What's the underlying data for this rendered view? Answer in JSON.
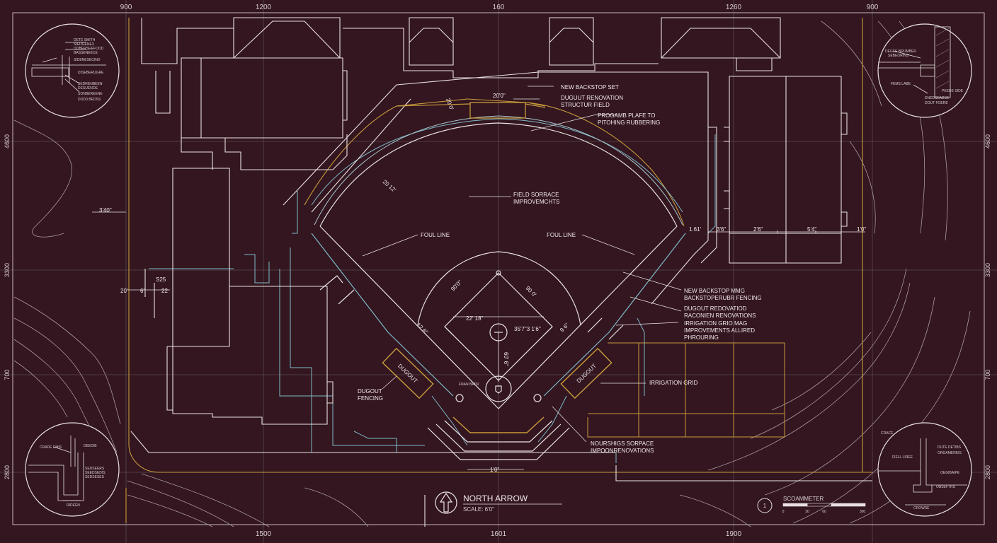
{
  "grid_labels": {
    "top": [
      "900",
      "1200",
      "160",
      "1260",
      "900"
    ],
    "bottom": [
      "1500",
      "1601",
      "1900"
    ],
    "left": [
      "4600",
      "3300",
      "700",
      "2800"
    ],
    "right": [
      "4600",
      "3300",
      "700",
      "2800"
    ]
  },
  "dimensions": {
    "arc_top": "20'0\"",
    "arc_left": "20 0'",
    "infield_left": "20 12'",
    "left_edge": "3'40\"",
    "left_mid": "S25",
    "left_small_a": "20'",
    "left_small_b": "6'",
    "left_small_c": "22",
    "infield_diag_left": "90'0\"",
    "infield_diag_right": "90 0'",
    "infield_width_left": "22' 18\"",
    "infield_width_right": "35'7\"3 1'6\"",
    "mound_dist": "60' 6\"",
    "foul_left": "12 6\"",
    "foul_right": "9 6\"",
    "right_dims": [
      "1.61'",
      "3'6\"",
      "2'6\"",
      "5'4\"",
      "1'0\""
    ],
    "bottom_center": "1'0\""
  },
  "callouts": {
    "new_backstop_set": "NEW BACKSTOP SET",
    "dugout_reno_a": "DUGUUT RENOVATION",
    "dugout_reno_b": "STRUCTUR FIELD",
    "pitching_a": "PROGAMB PLAFE TO",
    "pitching_b": "PITOHING RUBBERING",
    "field_surface_a": "FIELD SORRACE",
    "field_surface_b": "IMPROVEMCHTS",
    "foul_line_left": "FOUL LINE",
    "foul_line_right": "FOUL LINE",
    "backstop_mesh_a": "NEW BACKSTOP MMG",
    "backstop_mesh_b": "BACKSTOPERUBR FENCING",
    "dugout_reno2_a": "DUGOUT REDOVATIOD",
    "dugout_reno2_b": "RACONIEN RENOVATIONS",
    "irrigation_a": "IRRIGATION GRIO MAG",
    "irrigation_b": "IMPROVEMENTS ALLIRED",
    "irrigation_c": "PHROURING",
    "irrigation_grid": "IRRIGATION GRID",
    "dugout_fencing_a": "DUGOUT",
    "dugout_fencing_b": "FENCING",
    "nourishing_a": "NOURSHIGS SORPACE",
    "nourishing_b": "IMPOONRENOVATIONS",
    "dugout_left": "DUGOUT",
    "dugout_right": "DUGOUT",
    "home_note": "FNAN BATN"
  },
  "details": {
    "top_left": [
      "DETE SMITH",
      "SIEDGENEX",
      "DOBERSEEFOOD",
      "BASSENEECE",
      "SIDENESECIND",
      "DISEBERUGRE",
      "SEDRENBEEN",
      "DESUENOE",
      "SONBEREENE",
      "DOD3 BEDSS"
    ],
    "top_right": [
      "DEGEE BRUMBER",
      "SEBEORINS",
      "FEMS LABE",
      "PEEDE SIDE",
      "ENEDSEADSE",
      "DOUT FOERE"
    ],
    "bottom_left": [
      "CRADE EMIS",
      "DEEDIB",
      "SEDSEERS",
      "SEEDSEDIS",
      "SEDSESES",
      "RIDEEN"
    ],
    "bottom_right": [
      "CRACE",
      "DUTE DETIBS",
      "ORGAMEREIS",
      "FIELL LIREE",
      "OEGIBAIPE",
      "OBSEFTRS",
      "CROWSE"
    ]
  },
  "legend": {
    "north_arrow": "NORTH ARROW",
    "scale": "SCALE: 6'0\"",
    "sheet_number": "1",
    "scale_bar_title": "SCOAMMETER",
    "scale_ticks": [
      "0",
      "30",
      "60",
      "300"
    ]
  },
  "colors": {
    "background": "#33161f",
    "linework": "#e9e1e3",
    "grid": "#5a4a52",
    "property_line": "#c89a3c",
    "utility": "#7fb9c9"
  }
}
